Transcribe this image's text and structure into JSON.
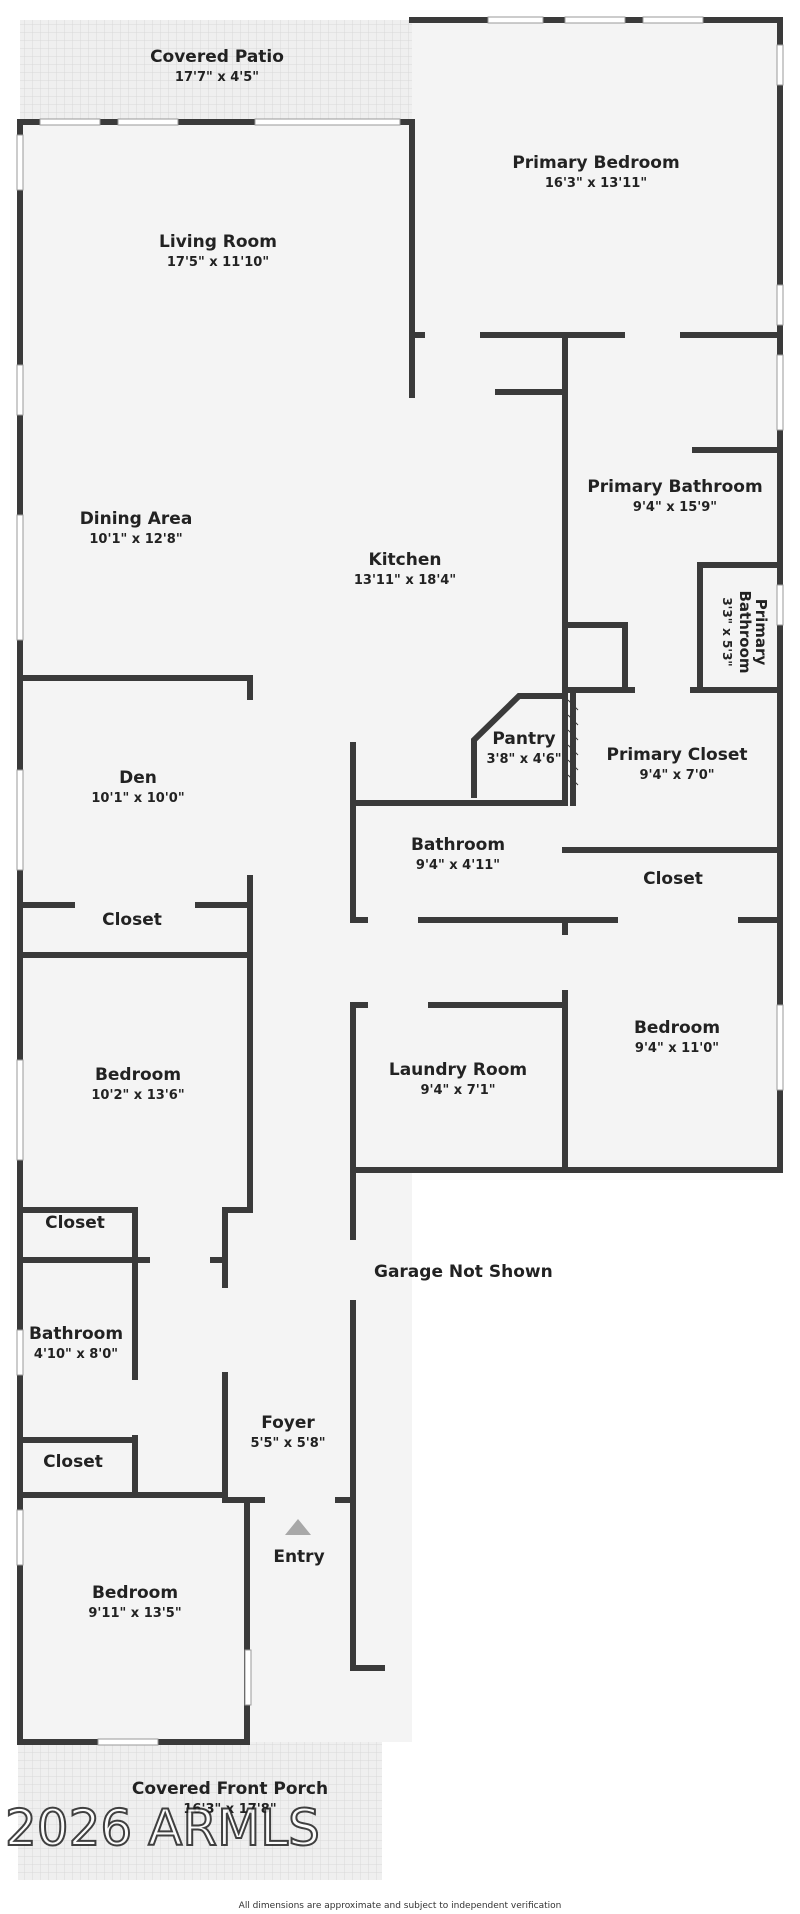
{
  "rooms": [
    {
      "name": "Covered Patio",
      "dims": "17'7\" x 4'5\""
    },
    {
      "name": "Primary Bedroom",
      "dims": "16'3\" x 13'11\""
    },
    {
      "name": "Living Room",
      "dims": "17'5\" x 11'10\""
    },
    {
      "name": "Primary Bathroom",
      "dims": "9'4\" x 15'9\""
    },
    {
      "name": "Dining Area",
      "dims": "10'1\" x 12'8\""
    },
    {
      "name": "Kitchen",
      "dims": "13'11\" x 18'4\""
    },
    {
      "name_line1": "Primary",
      "name_line2": "Bathroom",
      "dims": "3'3\" x 5'3\""
    },
    {
      "name": "Pantry",
      "dims": "3'8\" x 4'6\""
    },
    {
      "name": "Primary Closet",
      "dims": "9'4\" x 7'0\""
    },
    {
      "name": "Den",
      "dims": "10'1\" x 10'0\""
    },
    {
      "name": "Bathroom",
      "dims": "9'4\" x 4'11\""
    },
    {
      "name": "Closet"
    },
    {
      "name": "Closet"
    },
    {
      "name": "Bedroom",
      "dims": "9'4\" x 11'0\""
    },
    {
      "name": "Laundry Room",
      "dims": "9'4\" x 7'1\""
    },
    {
      "name": "Bedroom",
      "dims": "10'2\" x 13'6\""
    },
    {
      "name": "Closet"
    },
    {
      "name": "Bathroom",
      "dims": "4'10\" x 8'0\""
    },
    {
      "name": "Foyer",
      "dims": "5'5\" x 5'8\""
    },
    {
      "name": "Closet"
    },
    {
      "name": "Bedroom",
      "dims": "9'11\" x 13'5\""
    },
    {
      "name": "Covered Front Porch",
      "dims": "16'3\" x 17'8\""
    }
  ],
  "labels": {
    "entry": "Entry",
    "garage_note": "Garage Not Shown",
    "footer_note": "All dimensions are approximate and subject to independent verification",
    "watermark": "2026 ARMLS"
  },
  "colors": {
    "wall": "#3a3a3a",
    "floor": "#f3f3f3",
    "patio": "#ececec",
    "window": "#ffffff"
  }
}
